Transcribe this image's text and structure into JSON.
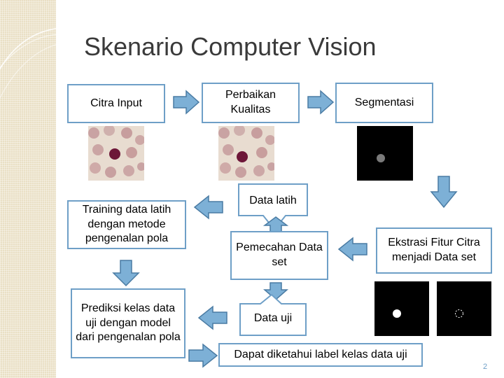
{
  "title": "Skenario Computer Vision",
  "steps": {
    "citra_input": "Citra Input",
    "perbaikan": "Perbaikan Kualitas",
    "segmentasi": "Segmentasi",
    "training": "Training data latih dengan metode pengenalan pola",
    "data_latih": "Data latih",
    "pemecahan": "Pemecahan Data set",
    "ekstrasi": "Ekstrasi Fitur Citra menjadi Data set",
    "prediksi": "Prediksi kelas data uji dengan model dari pengenalan pola",
    "data_uji": "Data uji",
    "hasil": "Dapat diketahui label kelas data uji"
  },
  "images": {
    "input": "blood-cell-icon",
    "perbaikan": "blood-cell-icon",
    "segmentasi": "segmented-cell-icon",
    "fitur_1": "segmented-cell-icon",
    "fitur_2": "cell-outline-icon"
  },
  "colors": {
    "accent": "#6e9fc7",
    "arrow_fill": "#7db0d6",
    "arrow_stroke": "#4a7ba3",
    "title": "#3a3a3a",
    "sidebar": "#e9dfc4"
  },
  "page_number": "2"
}
